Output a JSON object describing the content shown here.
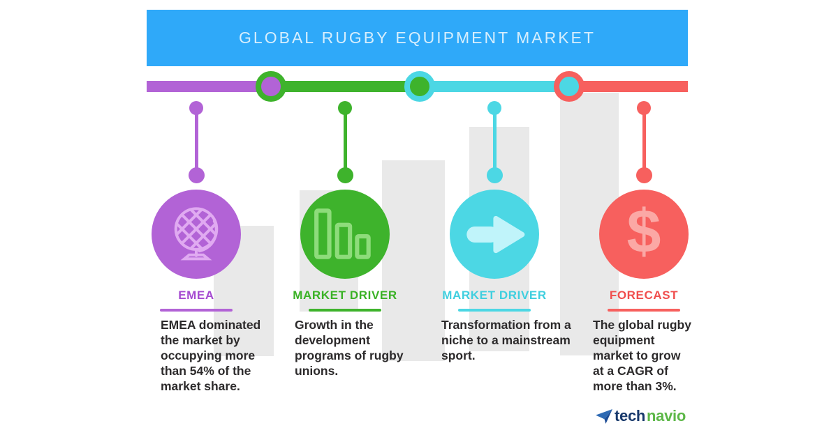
{
  "header": {
    "title": "GLOBAL RUGBY EQUIPMENT MARKET",
    "bg_color": "#2fa9f9",
    "text_color": "#d6eefd"
  },
  "timeline": {
    "segments": [
      {
        "name": "emea",
        "color": "#b263d6"
      },
      {
        "name": "market-driver-1",
        "color": "#3eb32c"
      },
      {
        "name": "market-driver-2",
        "color": "#4cd7e4"
      },
      {
        "name": "forecast",
        "color": "#f7605e"
      }
    ],
    "nodes": [
      {
        "ring": "#3eb32c",
        "fill": "#b263d6"
      },
      {
        "ring": "#4cd7e4",
        "fill": "#3eb32c"
      },
      {
        "ring": "#f7605e",
        "fill": "#4cd7e4"
      }
    ]
  },
  "columns": [
    {
      "heading": "EMEA",
      "icon": "globe-icon",
      "color": "#b263d6",
      "heading_color": "#a64bd1",
      "icon_tint": "#e0aaf1",
      "body_lines": [
        "EMEA dominated",
        "the market by",
        "occupying more",
        "than 54% of the",
        "market share."
      ]
    },
    {
      "heading": "MARKET DRIVER",
      "icon": "bar-chart-icon",
      "color": "#3eb32c",
      "heading_color": "#3bb226",
      "icon_tint": "#8edc7b",
      "body_lines": [
        "Growth in the",
        "development",
        "programs of rugby",
        "unions."
      ]
    },
    {
      "heading": "MARKET DRIVER",
      "icon": "arrow-right-icon",
      "color": "#4cd7e4",
      "heading_color": "#40cfdf",
      "icon_tint": "#c0f4fa",
      "body_lines": [
        "Transformation from a",
        "niche to a mainstream",
        "sport."
      ]
    },
    {
      "heading": "FORECAST",
      "icon": "dollar-icon",
      "icon_glyph": "$",
      "color": "#f7605e",
      "heading_color": "#f04e4d",
      "icon_tint": "#fba8a5",
      "body_lines": [
        "The global rugby",
        "equipment",
        "market to grow",
        "at a CAGR of",
        "more than 3%."
      ]
    }
  ],
  "decor": {
    "bar_color": "#e9e9e9"
  },
  "logo": {
    "tech": "tech",
    "navio": "navio",
    "tech_color": "#17386b",
    "navio_color": "#5cb747",
    "icon_blue": "#2e6ab3",
    "icon_dark": "#1d4d96"
  }
}
